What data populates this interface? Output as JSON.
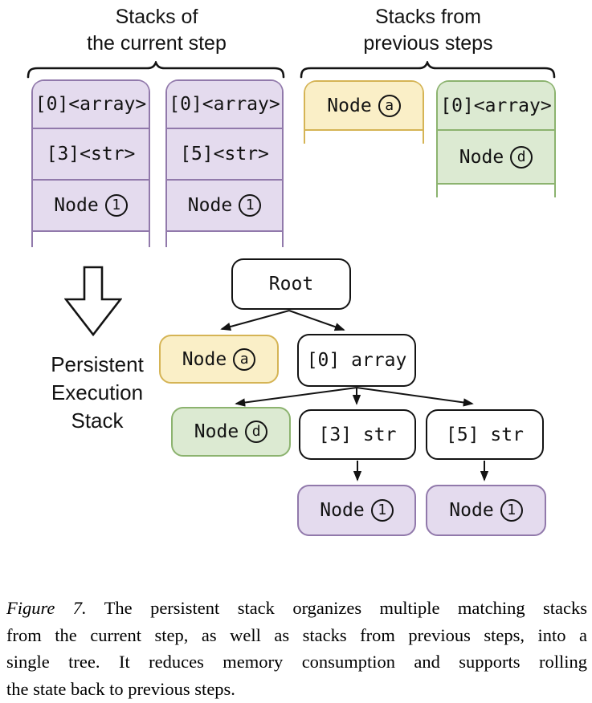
{
  "colors": {
    "purple_fill": "#e4dbee",
    "purple_border": "#9179ab",
    "yellow_fill": "#faefc7",
    "yellow_border": "#d5b455",
    "green_fill": "#dcead2",
    "green_border": "#8cb36f",
    "ink": "#131313"
  },
  "headings": {
    "current_line1": "Stacks of",
    "current_line2": "the current step",
    "previous_line1": "Stacks from",
    "previous_line2": "previous steps"
  },
  "stacks": {
    "current_1": {
      "cell1": "[0]<array>",
      "cell2": "[3]<str>",
      "node_label": "Node",
      "node_circle": "1"
    },
    "current_2": {
      "cell1": "[0]<array>",
      "cell2": "[5]<str>",
      "node_label": "Node",
      "node_circle": "1"
    },
    "previous_a": {
      "node_label": "Node",
      "node_circle": "a"
    },
    "previous_d": {
      "cell1": "[0]<array>",
      "node_label": "Node",
      "node_circle": "d"
    }
  },
  "arrow_label": {
    "line1": "Persistent",
    "line2": "Execution",
    "line3": "Stack"
  },
  "tree": {
    "root": "Root",
    "node_a_label": "Node",
    "node_a_circle": "a",
    "array0": "[0] array",
    "node_d_label": "Node",
    "node_d_circle": "d",
    "str3": "[3] str",
    "str5": "[5] str",
    "node1_left_label": "Node",
    "node1_left_circle": "1",
    "node1_right_label": "Node",
    "node1_right_circle": "1"
  },
  "caption": {
    "label": "Figure 7.",
    "line1_rest": "The persistent stack organizes multiple matching stacks",
    "line2": "from the current step, as well as stacks from previous steps, into a",
    "line3": "single tree. It reduces memory consumption and supports rolling",
    "line4": "the state back to previous steps."
  }
}
